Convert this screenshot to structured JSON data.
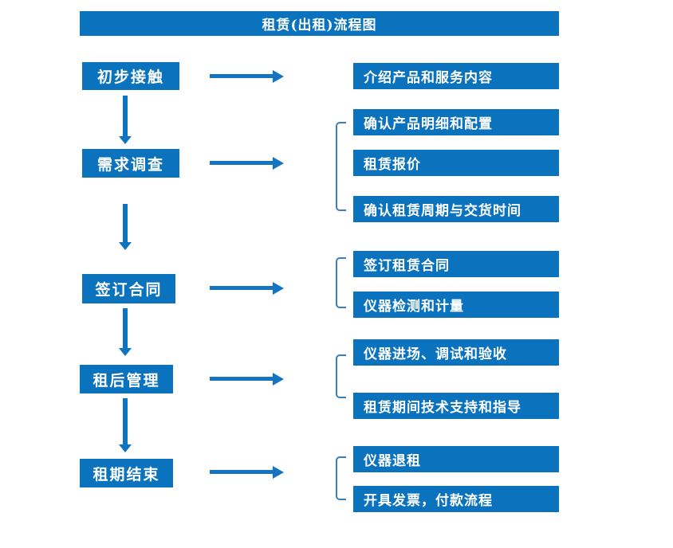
{
  "title": "租赁(出租)流程图",
  "flow": {
    "steps": [
      {
        "label": "初步接触",
        "details": [
          "介绍产品和服务内容"
        ]
      },
      {
        "label": "需求调查",
        "details": [
          "确认产品明细和配置",
          "租赁报价",
          "确认租赁周期与交货时间"
        ]
      },
      {
        "label": "签订合同",
        "details": [
          "签订租赁合同",
          "仪器检测和计量"
        ]
      },
      {
        "label": "租后管理",
        "details": [
          "仪器进场、调试和验收",
          "租赁期间技术支持和指导"
        ]
      },
      {
        "label": "租期结束",
        "details": [
          "仪器退租",
          "开具发票，付款流程"
        ]
      }
    ]
  },
  "colors": {
    "box_blue": "#0b72be",
    "arrow_blue": "#1574c2",
    "bracket_blue": "#3c7dc0",
    "text": "#ffffff",
    "background": "#ffffff"
  }
}
